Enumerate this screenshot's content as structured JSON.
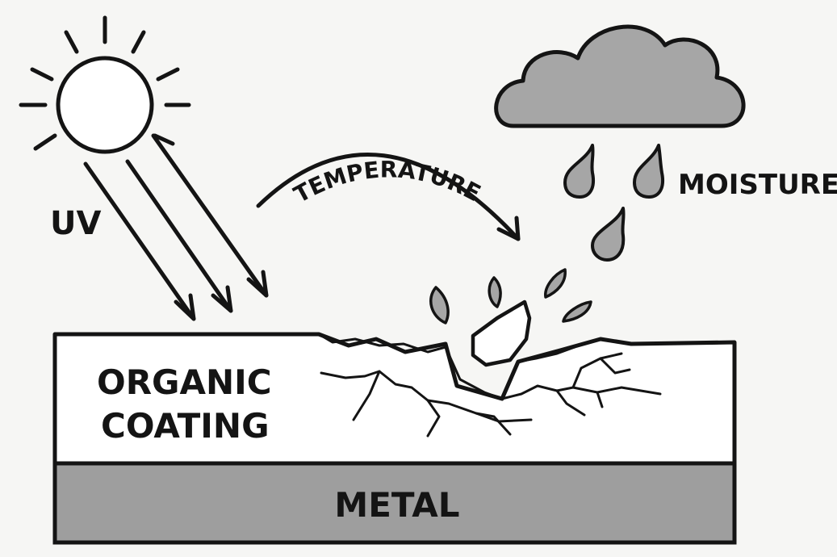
{
  "labels": {
    "uv": "UV",
    "temperature": "TEMPERATURE",
    "moisture": "MOISTURE",
    "coating_line1": "ORGANIC",
    "coating_line2": "COATING",
    "metal": "METAL"
  },
  "colors": {
    "background": "#f6f6f4",
    "stroke": "#141414",
    "coating_fill": "#ffffff",
    "metal_fill": "#9e9e9e",
    "cloud_fill": "#a6a6a6",
    "drop_fill": "#a6a6a6"
  },
  "icons": [
    "sun-icon",
    "cloud-icon",
    "raindrop-icon",
    "arrow-icon"
  ]
}
